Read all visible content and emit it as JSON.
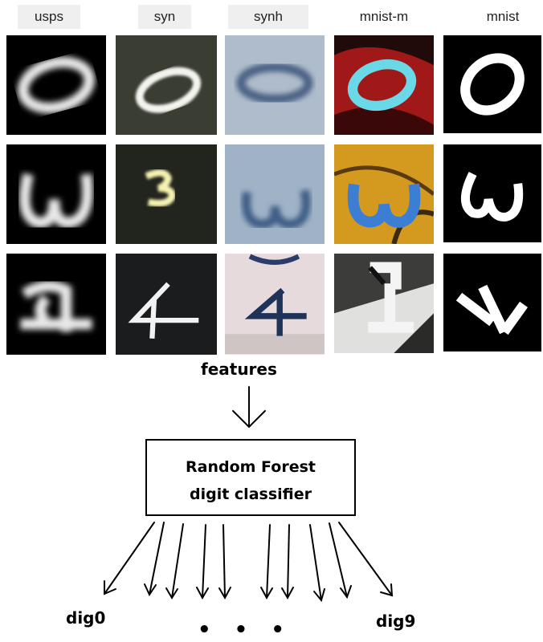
{
  "columns": [
    {
      "label": "usps"
    },
    {
      "label": "syn"
    },
    {
      "label": "synh"
    },
    {
      "label": "mnist-m"
    },
    {
      "label": "mnist"
    }
  ],
  "digits_by_row": [
    "0",
    "3",
    "4"
  ],
  "features_label": "features",
  "classifier": {
    "line1": "Random Forest",
    "line2": "digit  classifier"
  },
  "outputs": {
    "first": "dig0",
    "last": "dig9",
    "ellipsis": "• • •"
  }
}
